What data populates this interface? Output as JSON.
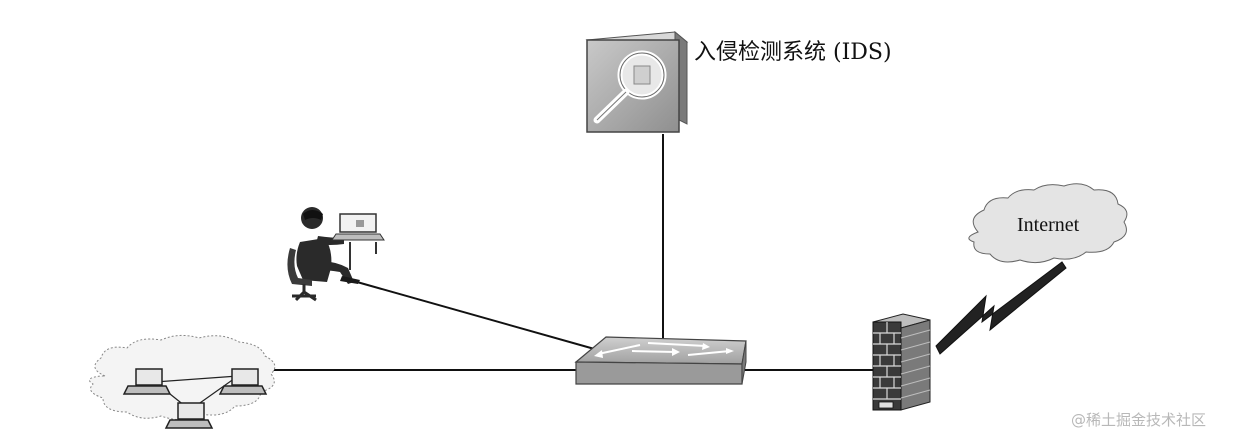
{
  "diagram": {
    "ids_label": "入侵检测系统 (IDS)",
    "internet_label": "Internet",
    "watermark": "@稀土掘金技术社区"
  },
  "nodes": [
    {
      "id": "ids",
      "icon": "ids-magnifier-icon"
    },
    {
      "id": "switch",
      "icon": "network-switch-icon"
    },
    {
      "id": "attacker",
      "icon": "hacker-at-computer-icon"
    },
    {
      "id": "lan",
      "icon": "laptops-in-cloud-icon"
    },
    {
      "id": "firewall",
      "icon": "brick-firewall-icon"
    },
    {
      "id": "internet",
      "icon": "internet-cloud-icon"
    }
  ],
  "colors": {
    "line": "#111111",
    "device_gray": "#a8a8a8",
    "cloud_fill": "#e4e4e4",
    "brick": "#3a3a3a"
  }
}
